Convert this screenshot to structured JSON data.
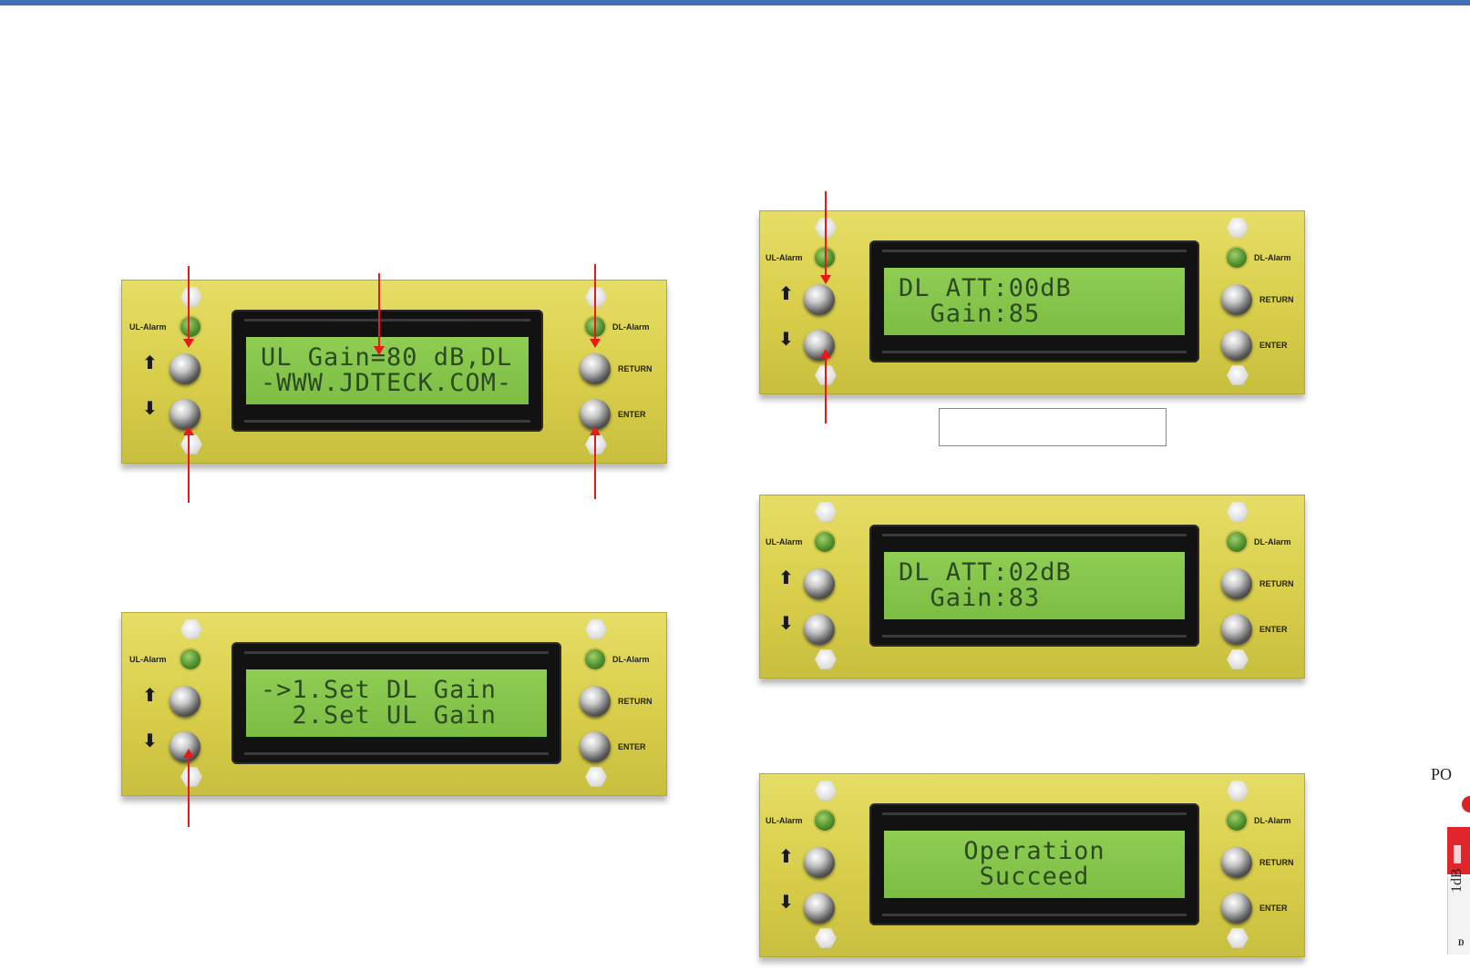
{
  "panel_labels": {
    "ul_alarm": "UL-Alarm",
    "dl_alarm": "DL-Alarm",
    "return": "RETURN",
    "enter": "ENTER",
    "up_glyph": "⬆",
    "down_glyph": "⬇"
  },
  "panels": [
    {
      "id": "home",
      "lines": [
        "UL Gain=80 dB,DL",
        "-WWW.JDTECK.COM-"
      ]
    },
    {
      "id": "menu",
      "lines": [
        "->1.Set DL Gain",
        "  2.Set UL Gain"
      ]
    },
    {
      "id": "dl-att-00",
      "lines": [
        "DL ATT:00dB",
        "  Gain:85"
      ]
    },
    {
      "id": "dl-att-02",
      "lines": [
        "DL ATT:02dB",
        "  Gain:83"
      ]
    },
    {
      "id": "success",
      "lines": [
        "Operation",
        "Succeed"
      ]
    }
  ],
  "side_fragment": {
    "text_top": "PO",
    "text_rotated": "1dB",
    "text_bottom": "D"
  },
  "colors": {
    "panel": "#d8ce4a",
    "lcd": "#86c64b",
    "lcd_text": "#2c4a22",
    "annotation": "#e51b1b",
    "led": "#4f8f2d"
  }
}
